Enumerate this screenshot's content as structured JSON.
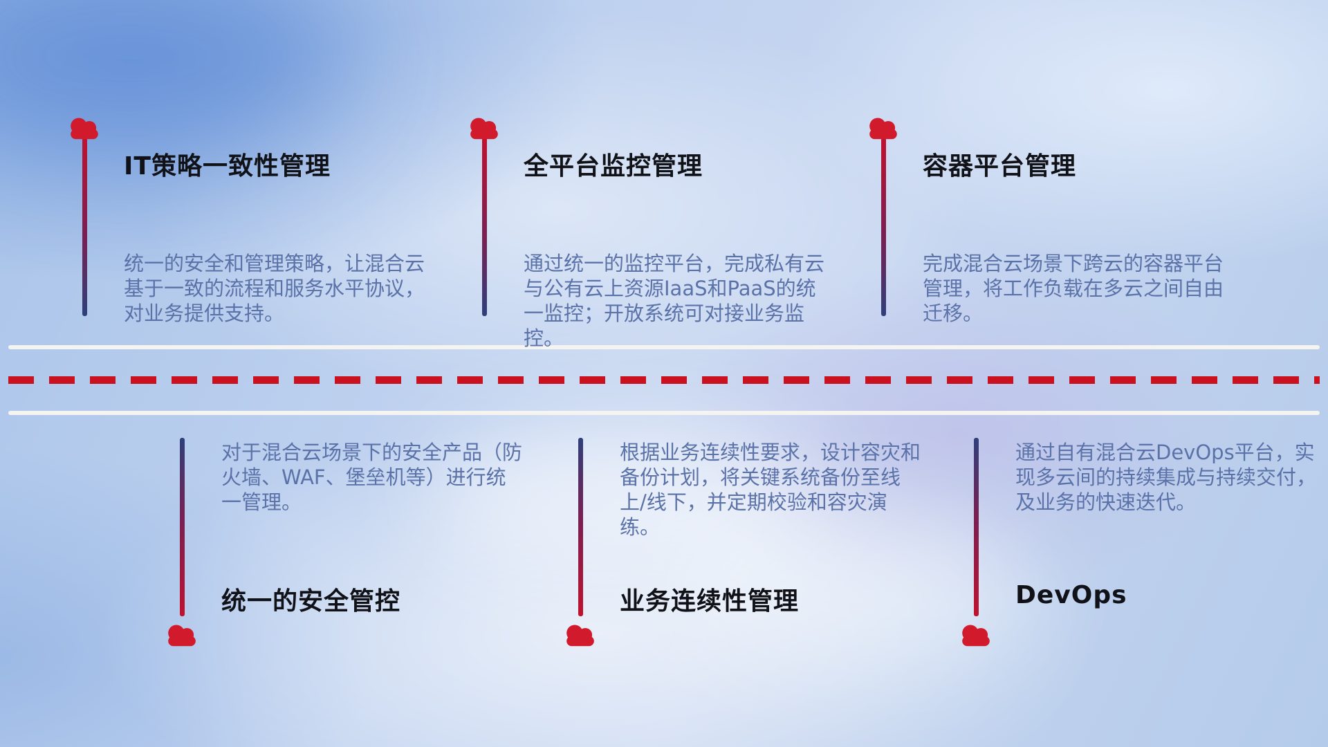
{
  "colors": {
    "cloud_red": "#d11a2b",
    "line_red": "#c0112e",
    "line_navy": "#2e3f7a",
    "dash_red": "#c9111f",
    "mid_line_white": "#f6f4f1",
    "title_color": "#101218",
    "desc_color": "#5b72a8"
  },
  "items_top": [
    {
      "title": "IT策略一致性管理",
      "desc": "统一的安全和管理策略，让混合云基于一致的流程和服务水平协议，对业务提供支持。"
    },
    {
      "title": "全平台监控管理",
      "desc": "通过统一的监控平台，完成私有云与公有云上资源IaaS和PaaS的统一监控；开放系统可对接业务监控。"
    },
    {
      "title": "容器平台管理",
      "desc": "完成混合云场景下跨云的容器平台管理，将工作负载在多云之间自由迁移。"
    }
  ],
  "items_bottom": [
    {
      "title": "统一的安全管控",
      "desc": "对于混合云场景下的安全产品（防火墙、WAF、堡垒机等）进行统一管理。"
    },
    {
      "title": "业务连续性管理",
      "desc": "根据业务连续性要求，设计容灾和备份计划，将关键系统备份至线上/线下，并定期校验和容灾演练。"
    },
    {
      "title": "DevOps",
      "desc": "通过自有混合云DevOps平台，实现多云间的持续集成与持续交付，及业务的快速迭代。"
    }
  ]
}
